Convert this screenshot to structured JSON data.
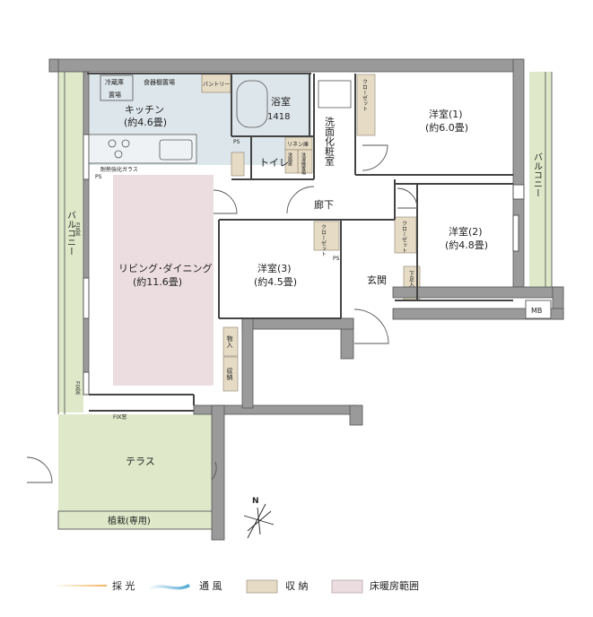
{
  "rooms": {
    "kitchen": {
      "name": "キッチン",
      "area": "(約4.6畳)"
    },
    "bath": {
      "name": "浴室",
      "size": "1418"
    },
    "washroom": {
      "name": "洗面化粧室"
    },
    "toilet": {
      "name": "トイレ"
    },
    "hallway": {
      "name": "廊下"
    },
    "living": {
      "name": "リビング･ダイニング",
      "area": "(約11.6畳)"
    },
    "room1": {
      "name": "洋室(1)",
      "area": "(約6.0畳)"
    },
    "room2": {
      "name": "洋室(2)",
      "area": "(約4.8畳)"
    },
    "room3": {
      "name": "洋室(3)",
      "area": "(約4.5畳)"
    },
    "entrance": {
      "name": "玄関"
    },
    "terrace": {
      "name": "テラス"
    },
    "planting": {
      "name": "植栽(専用)"
    },
    "balcony_left": {
      "name": "バルコニー"
    },
    "balcony_right": {
      "name": "バルコニー"
    },
    "mb": {
      "name": "MB"
    }
  },
  "fixtures": {
    "fridge": "冷蔵庫",
    "fridge_place": "置場",
    "dish_dryer": "食器棚置場",
    "pantry": "パントリー",
    "closet1": "クローゼット",
    "closet2": "クローゼット",
    "closet3": "クローゼット",
    "linen": "リネン庫",
    "washer": "洗濯機置場",
    "storage_small": "洗面庫",
    "shoe": "下足入",
    "storage1": "物入",
    "storage2": "収納",
    "ps1": "PS",
    "ps2": "PS",
    "ps3": "PS",
    "glass": "耐熱強化ガラス",
    "fix_window1": "FIX窓",
    "fix_window2": "FIX窓",
    "fix_window3": "FIX窓"
  },
  "compass": {
    "label": "N"
  },
  "legend": {
    "light": "採 光",
    "wind": "通 風",
    "storage": "収 納",
    "heating": "床暖房範囲"
  },
  "colors": {
    "wall": "#8c8c8c",
    "kitchen_wet": "#dde6ea",
    "living_heat": "#ecdde0",
    "storage": "#e6dcc6",
    "balcony": "#dfe9c9",
    "light_arrow": "#f3b35d",
    "wind_arrow": "#58b0d6"
  }
}
